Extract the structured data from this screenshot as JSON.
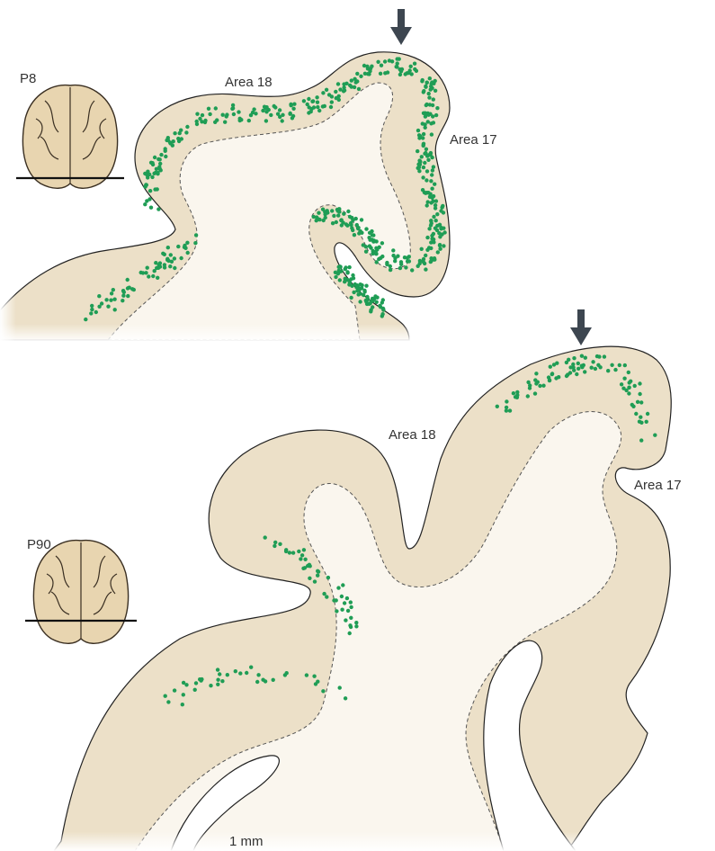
{
  "panels": [
    {
      "age": "P8",
      "labels": {
        "area_medial": "Area 18",
        "area_lateral": "Area 17"
      },
      "cell_color": "#1f9d55"
    },
    {
      "age": "P90",
      "labels": {
        "area_medial": "Area 18",
        "area_lateral": "Area 17"
      },
      "cell_color": "#1f9d55"
    }
  ],
  "scale_bar": {
    "label": "1 mm"
  },
  "colors": {
    "cortex": "#ece0c8",
    "white_matter": "#faf6ee",
    "cells": "#1f9d55",
    "arrow": "#3d4650"
  }
}
